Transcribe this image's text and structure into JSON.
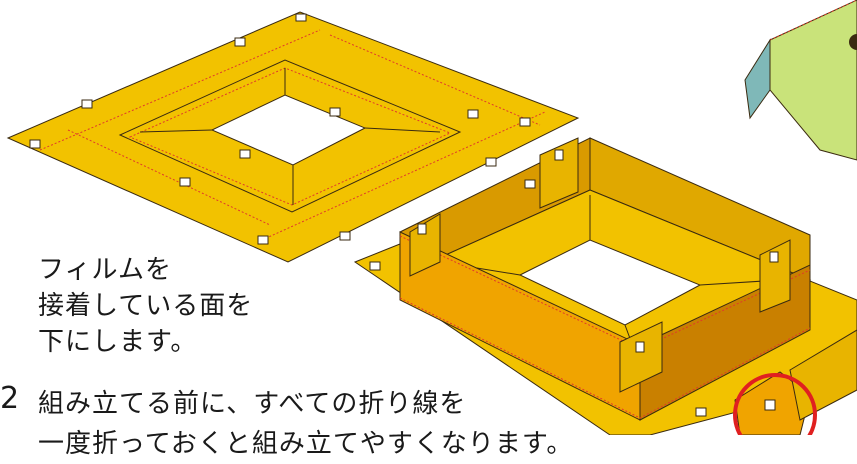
{
  "note": {
    "lines": [
      "フィルムを",
      "接着している面を",
      "下にします。"
    ]
  },
  "step": {
    "number": "2",
    "lines": [
      "組み立てる前に、すべての折り線を",
      "一度折っておくと組み立てやすくなります。"
    ]
  },
  "colors": {
    "board": "#f2c200",
    "board_dark": "#d99a00",
    "wall": "#f0a400",
    "wall_shade": "#c98000",
    "fold_line": "#e03a2a",
    "edge": "#3a2a10",
    "green_part": "#c9e37a",
    "teal_part": "#7fb8b8",
    "highlight_circle": "#e02020"
  }
}
